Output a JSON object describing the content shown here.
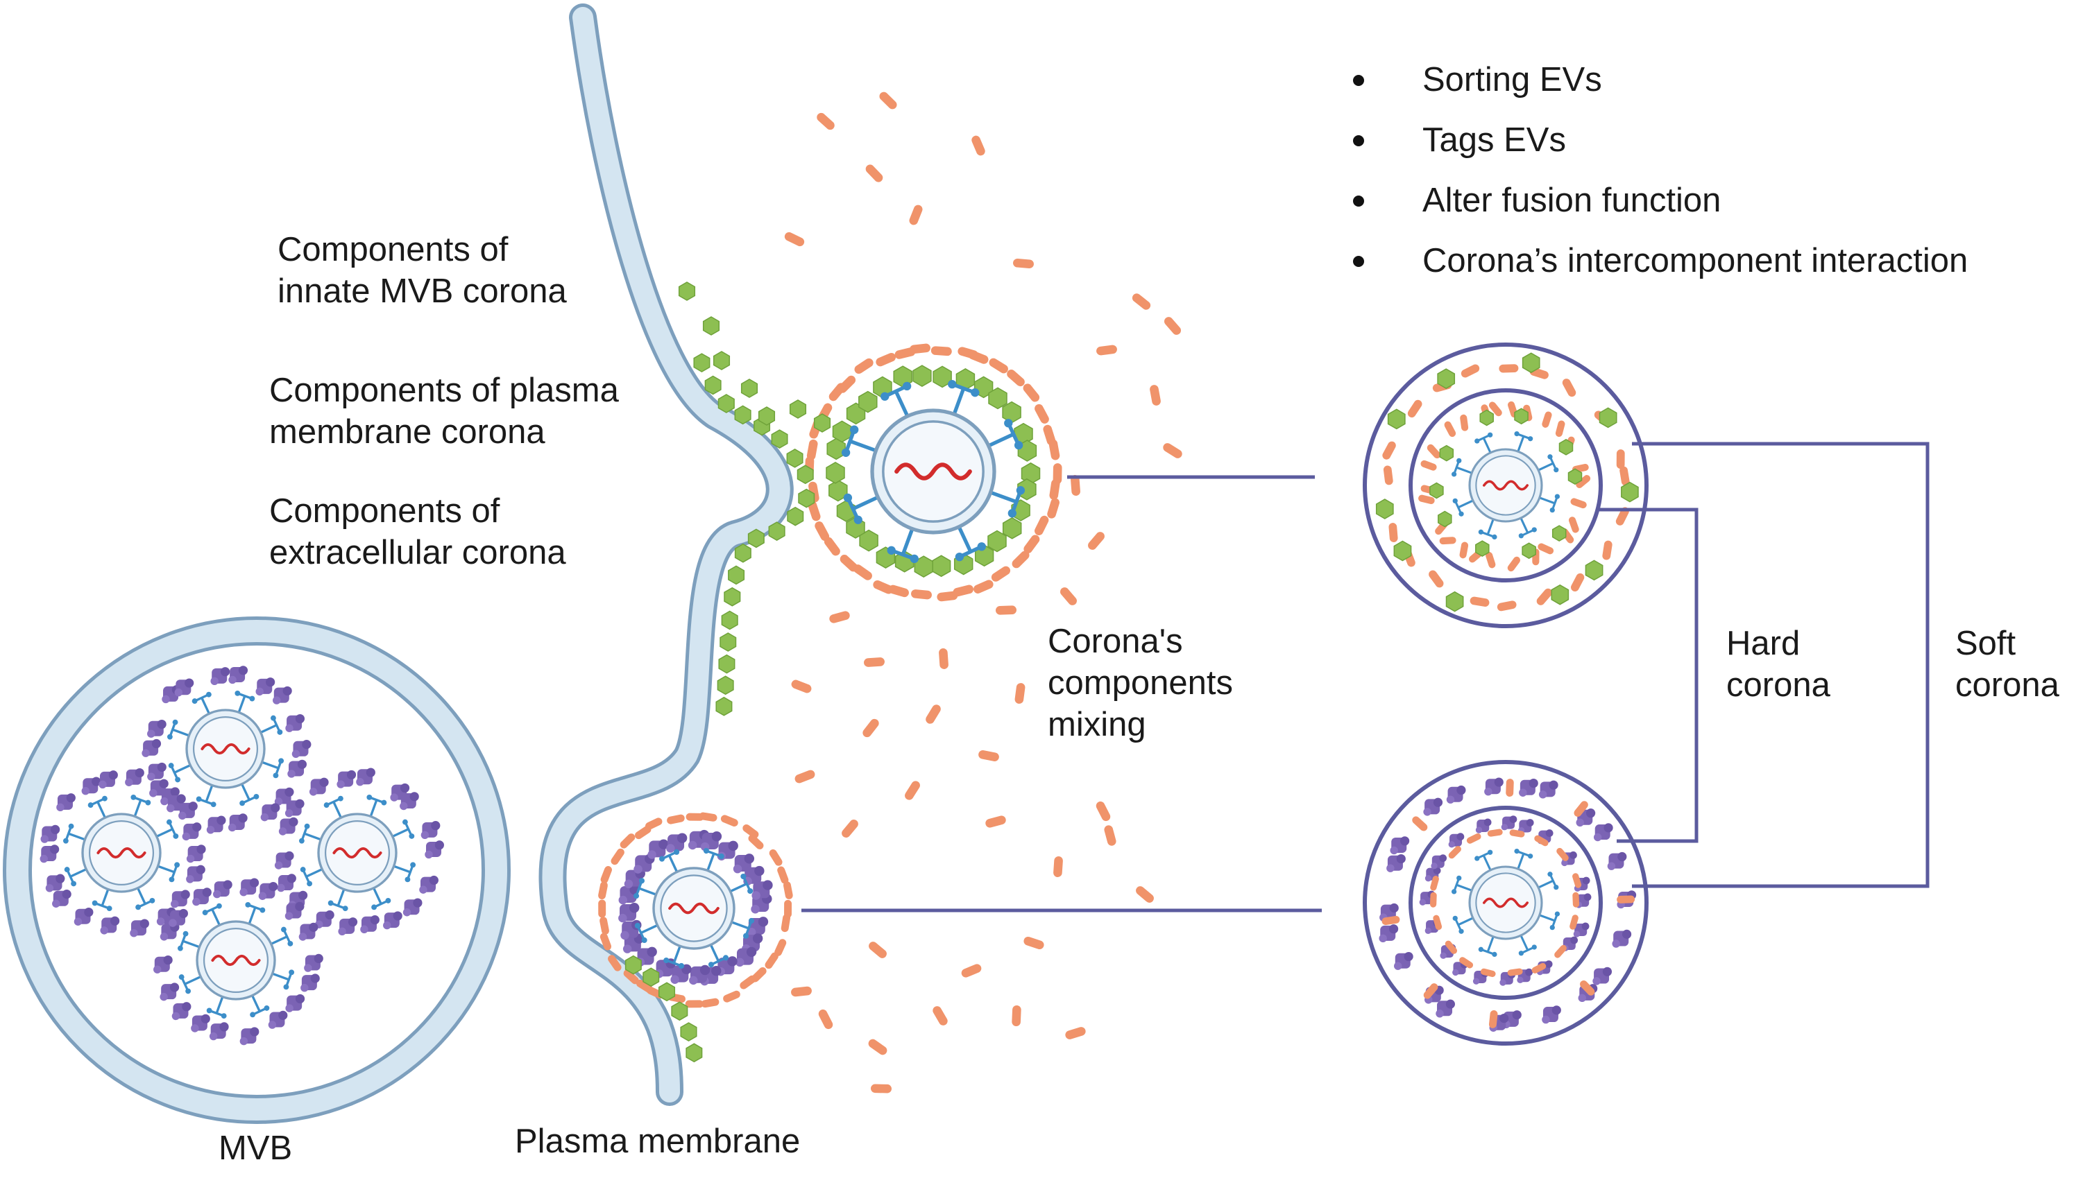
{
  "bullets": [
    "Sorting EVs",
    "Tags EVs",
    "Alter fusion function",
    "Corona’s intercomponent interaction"
  ],
  "legend": [
    {
      "lines": [
        "Components of",
        "innate MVB corona"
      ],
      "icon": "purple-protein-icon",
      "color": "#7b63b4"
    },
    {
      "lines": [
        "Components of plasma",
        "membrane corona"
      ],
      "icon": "green-protein-icon",
      "color": "#8dbf52"
    },
    {
      "lines": [
        "Components of",
        "extracellular corona"
      ],
      "icon": "orange-protein-icon",
      "color": "#f0936a"
    }
  ],
  "labels": {
    "mixing": [
      "Corona's",
      "components",
      "mixing"
    ],
    "hard": [
      "Hard",
      "corona"
    ],
    "soft": [
      "Soft",
      "corona"
    ],
    "mvb": "MVB",
    "membrane": "Plasma membrane"
  },
  "colors": {
    "membrane_fill": "#d4e5f1",
    "membrane_stroke": "#7d9fbd",
    "purple": "#7b63b4",
    "green": "#8dbf52",
    "orange": "#f0936a",
    "navy": "#5b5b9e",
    "receptor": "#3c8ec9",
    "rna": "#d22c2c"
  }
}
